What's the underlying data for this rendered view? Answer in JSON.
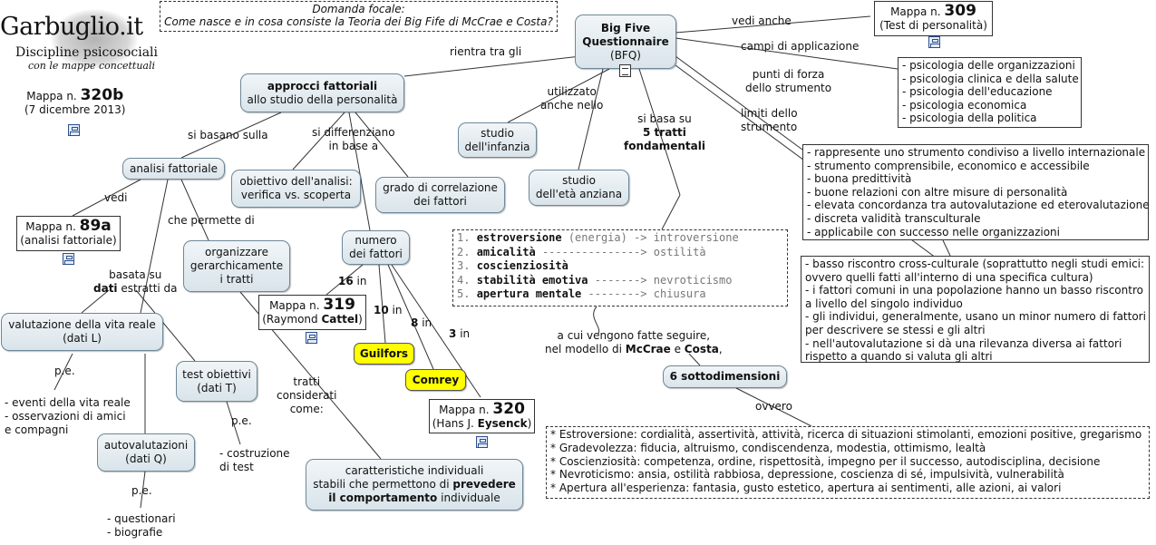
{
  "header": {
    "logo": "Garbuglio.it",
    "subtitle": "Discipline psicosociali",
    "tagline": "con le mappe concettuali",
    "map_label": "Mappa n.",
    "map_number": "320b",
    "date": "(7 dicembre 2013)"
  },
  "focal": {
    "line1": "Domanda focale:",
    "line2": "Come nasce e in cosa consiste la Teoria dei Big Fife di McCrae e Costa?"
  },
  "bfq": {
    "line1": "Big Five",
    "line2": "Questionnaire",
    "line3": "(BFQ)"
  },
  "approcci": {
    "line1": "approcci fattoriali",
    "line2": "allo studio della personalità"
  },
  "analisi": "analisi fattoriale",
  "obiettivo": {
    "line1": "obiettivo dell'analisi:",
    "line2": "verifica vs. scoperta"
  },
  "grado": {
    "line1": "grado di correlazione",
    "line2": "dei fattori"
  },
  "numero": {
    "line1": "numero",
    "line2": "dei fattori"
  },
  "organizzare": {
    "line1": "organizzare",
    "line2": "gerarchicamente",
    "line3": "i tratti"
  },
  "valutazione": {
    "line1": "valutazione della vita reale",
    "line2": "(dati L)"
  },
  "test_obiettivi": {
    "line1": "test obiettivi",
    "line2": "(dati T)"
  },
  "autovalutazioni": {
    "line1": "autovalutazioni",
    "line2": "(dati Q)"
  },
  "caratteristiche": {
    "line1": "caratteristiche individuali",
    "line2a": "stabili che permettono di ",
    "line2b": "prevedere",
    "line3a": "il comportamento",
    "line3b": " individuale"
  },
  "infanzia": {
    "line1": "studio",
    "line2": "dell'infanzia"
  },
  "anziana": {
    "line1": "studio",
    "line2": "dell'età anziana"
  },
  "sottodim": "6 sottodimensioni",
  "guilfors": "Guilfors",
  "comrey": "Comrey",
  "refs": {
    "r309": {
      "label": "Mappa n.",
      "num": "309",
      "desc": "(Test di personalità)"
    },
    "r89a": {
      "label": "Mappa n.",
      "num": "89a",
      "desc": "(analisi fattoriale)"
    },
    "r319": {
      "label": "Mappa n.",
      "num": "319",
      "desc_a": "(Raymond ",
      "desc_b": "Cattel",
      "desc_c": ")"
    },
    "r320": {
      "label": "Mappa n.",
      "num": "320",
      "desc_a": "(Hans J. ",
      "desc_b": "Eysenck",
      "desc_c": ")"
    }
  },
  "labels": {
    "vedi_anche": "vedi anche",
    "campi": "campi di applicazione",
    "punti1": "punti di forza",
    "punti2": "dello strumento",
    "limiti1": "limiti dello",
    "limiti2": "strumento",
    "rientra": "rientra tra gli",
    "utilizzato1": "utilizzato",
    "utilizzato2": "anche nello",
    "basa1": "si basa su",
    "basa2": "5 tratti",
    "basa3": "fondamentali",
    "basano": "si basano sulla",
    "differenziano1": "si differenziano",
    "differenziano2": "in base a",
    "vedi": "vedi",
    "che_permette": "che permette di",
    "basata1": "basata su",
    "basata2a": "dati",
    "basata2b": " estratti da",
    "pe1": "p.e.",
    "pe2": "p.e.",
    "pe3": "p.e.",
    "tratti1": "tratti",
    "tratti2": "considerati",
    "tratti3": "come:",
    "n16": "16",
    "n10": "10",
    "n8": "8",
    "n3": "3",
    "in": "in",
    "acui1": "a cui vengono fatte seguire,",
    "acui2a": "nel modello di ",
    "acui2b": "McCrae",
    "acui2c": " e ",
    "acui2d": "Costa",
    "acui2e": ",",
    "ovvero": "ovvero"
  },
  "vita_reale_items": [
    "- eventi della vita reale",
    "- osservazioni di amici",
    "e compagni"
  ],
  "test_items": [
    "- costruzione",
    "di test"
  ],
  "auto_items": [
    "- questionari",
    "- biografie"
  ],
  "campi_list": [
    "- psicologia delle organizzazioni",
    "- psicologia clinica e della salute",
    "- psicologia dell'educazione",
    "- psicologia economica",
    "- psicologia della politica"
  ],
  "punti_list": [
    "- rappresente uno strumento condiviso a livello internazionale",
    "- strumento comprensibile, economico e accessibile",
    "- buona predittività",
    "- buone relazioni con altre misure di personalità",
    "- elevata concordanza tra autovalutazione ed eterovalutazione",
    "- discreta validità transculturale",
    "- applicabile con successo nelle organizzazioni"
  ],
  "limiti_list": [
    "- basso riscontro cross-culturale (soprattutto negli studi emici:",
    "ovvero quelli fatti all'interno di una specifica cultura)",
    "- i fattori comuni in una popolazione hanno un basso riscontro",
    "a livello del singolo individuo",
    "- gli individui, generalmente, usano un minor numero di fattori",
    "per descrivere se stessi e gli altri",
    "- nell'autovalutazione si dà una rilevanza diversa ai fattori",
    "rispetto a quando si valuta gli altri"
  ],
  "tratti": [
    {
      "n": "1.",
      "name": "estroversione",
      "mid": " (energia) -> ",
      "opp": "introversione"
    },
    {
      "n": "2.",
      "name": "amicalità",
      "mid": " ---------------> ",
      "opp": "ostilità"
    },
    {
      "n": "3.",
      "name": "coscienziosità",
      "mid": "",
      "opp": ""
    },
    {
      "n": "4.",
      "name": "stabilità emotiva",
      "mid": " -------> ",
      "opp": "nevroticismo"
    },
    {
      "n": "5.",
      "name": "apertura mentale",
      "mid": " --------> ",
      "opp": "chiusura"
    }
  ],
  "sottodim_list": [
    "* Estroversione: cordialità, assertività, attività, ricerca di situazioni stimolanti, emozioni positive, gregarismo",
    "* Gradevolezza: fiducia, altruismo, condiscendenza, modestia, ottimismo, lealtà",
    "* Coscienziosità: competenza, ordine, rispettosità, impegno per il successo, autodisciplina, decisione",
    "* Nevroticismo: ansia, ostilità rabbiosa, depressione, coscienza di sé, impulsività, vulnerabilità",
    "* Apertura all'esperienza: fantasia, gusto estetico, apertura ai sentimenti, alle azioni, ai valori"
  ]
}
